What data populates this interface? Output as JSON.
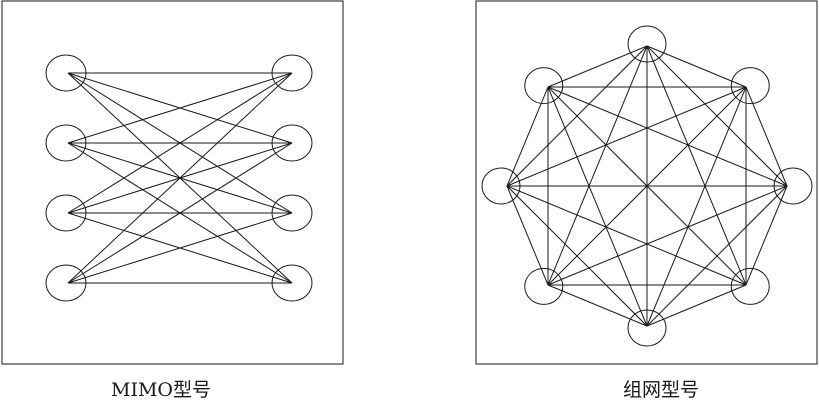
{
  "panels": [
    {
      "id": "mimo",
      "caption": "MIMO型号",
      "topology": "bipartite",
      "left_nodes": 4,
      "right_nodes": 4
    },
    {
      "id": "mesh",
      "caption": "组网型号",
      "topology": "complete",
      "nodes": 8
    }
  ],
  "colors": {
    "stroke": "#1a1a1a",
    "background": "#ffffff"
  }
}
